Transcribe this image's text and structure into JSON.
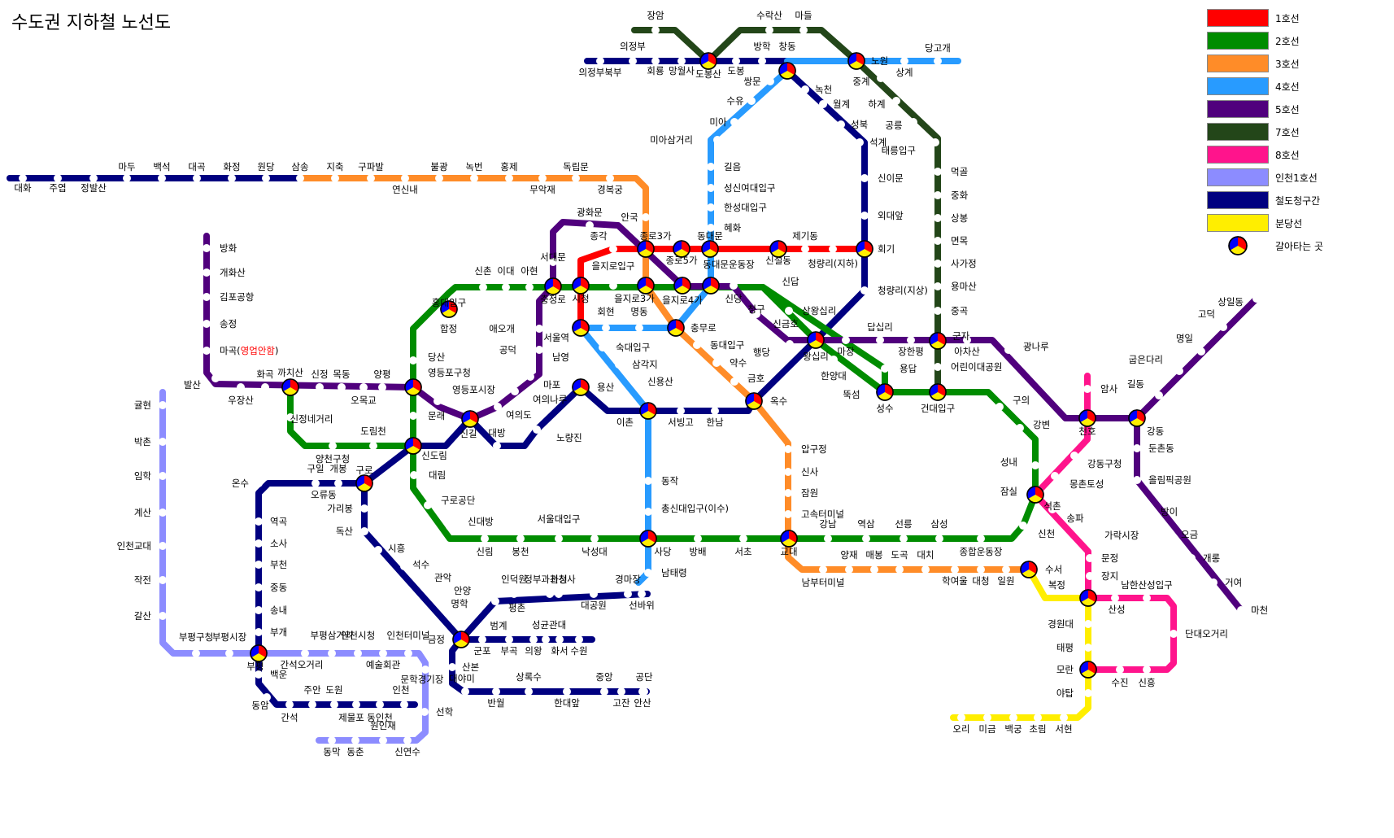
{
  "title": "수도권 지하철 노선도",
  "legend": [
    {
      "label": "1호선",
      "color": "#ff0000"
    },
    {
      "label": "2호선",
      "color": "#008c00"
    },
    {
      "label": "3호선",
      "color": "#ff8c28"
    },
    {
      "label": "4호선",
      "color": "#289bff"
    },
    {
      "label": "5호선",
      "color": "#50007d"
    },
    {
      "label": "7호선",
      "color": "#234619"
    },
    {
      "label": "8호선",
      "color": "#ff148c"
    },
    {
      "label": "인천1호선",
      "color": "#8c8cff"
    },
    {
      "label": "철도청구간",
      "color": "#000080"
    },
    {
      "label": "분당선",
      "color": "#ffee00"
    }
  ],
  "transfer_label": "갈아타는 곳",
  "closed_note": {
    "base": "마곡(",
    "red": "영업안함",
    "end": ")"
  },
  "stations": [
    "대화",
    "주엽",
    "정발산",
    "마두",
    "백석",
    "대곡",
    "화정",
    "원당",
    "삼송",
    "지축",
    "구파발",
    "연신내",
    "불광",
    "녹번",
    "홍제",
    "무악재",
    "독립문",
    "경복궁",
    "안국",
    "의정부북부",
    "의정부",
    "회룡",
    "망월사",
    "도봉산",
    "도봉",
    "방학",
    "창동",
    "쌍문",
    "수유",
    "미아",
    "미아삼거리",
    "길음",
    "성신여대입구",
    "한성대입구",
    "혜화",
    "장암",
    "수락산",
    "마들",
    "노원",
    "상계",
    "당고개",
    "중계",
    "하계",
    "공릉",
    "태릉입구",
    "먹골",
    "중화",
    "상봉",
    "면목",
    "사가정",
    "용마산",
    "중곡",
    "군자",
    "어린이대공원",
    "건대입구",
    "녹천",
    "월계",
    "성북",
    "석계",
    "신이문",
    "외대앞",
    "회기",
    "청량리(지하)",
    "청량리(지상)",
    "제기동",
    "신설동",
    "동대문",
    "종로5가",
    "종로3가",
    "종각",
    "시청",
    "을지로입구",
    "을지로3가",
    "을지로4가",
    "동대문운동장",
    "신당",
    "상왕십리",
    "왕십리",
    "한양대",
    "뚝섬",
    "성수",
    "용답",
    "신답",
    "강변",
    "구의",
    "잠실",
    "성내",
    "신천",
    "종합운동장",
    "삼성",
    "선릉",
    "역삼",
    "강남",
    "교대",
    "서초",
    "방배",
    "사당",
    "낙성대",
    "서울대입구",
    "봉천",
    "신림",
    "신대방",
    "구로공단",
    "대림",
    "신도림",
    "문래",
    "영등포구청",
    "당산",
    "합정",
    "홍대입구",
    "신촌",
    "이대",
    "아현",
    "충정로",
    "서대문",
    "광화문",
    "애오개",
    "공덕",
    "마포",
    "여의나루",
    "여의도",
    "신길",
    "영등포시장",
    "양평",
    "오목교",
    "목동",
    "신정",
    "까치산",
    "화곡",
    "우장산",
    "발산",
    "방화",
    "개화산",
    "김포공항",
    "송정",
    "마곡",
    "신정네거리",
    "양천구청",
    "도림천",
    "청구",
    "신금호",
    "행당",
    "마장",
    "답십리",
    "장한평",
    "아차산",
    "광나루",
    "천호",
    "강동",
    "길동",
    "굽은다리",
    "명일",
    "고덕",
    "상일동",
    "둔촌동",
    "올림픽공원",
    "방이",
    "오금",
    "개롱",
    "거여",
    "마천",
    "회현",
    "명동",
    "충무로",
    "동대입구",
    "약수",
    "금호",
    "옥수",
    "압구정",
    "신사",
    "잠원",
    "고속터미널",
    "남부터미널",
    "양재",
    "매봉",
    "도곡",
    "대치",
    "학여울",
    "대청",
    "일원",
    "수서",
    "서울역",
    "남영",
    "용산",
    "숙대입구",
    "삼각지",
    "신용산",
    "이촌",
    "서빙고",
    "한남",
    "노량진",
    "대방",
    "동작",
    "총신대입구(이수)",
    "남태령",
    "암사",
    "강동구청",
    "몽촌토성",
    "석촌",
    "송파",
    "가락시장",
    "문정",
    "장지",
    "복정",
    "산성",
    "남한산성입구",
    "단대오거리",
    "신흥",
    "수진",
    "모란",
    "경원대",
    "태평",
    "야탑",
    "서현",
    "초림",
    "백궁",
    "미금",
    "오리",
    "구로",
    "개봉",
    "구일",
    "오류동",
    "온수",
    "역곡",
    "소사",
    "부천",
    "중동",
    "송내",
    "부개",
    "부평",
    "백운",
    "동암",
    "간석",
    "주안",
    "도원",
    "제물포",
    "동인천",
    "인천",
    "가리봉",
    "독산",
    "시흥",
    "석수",
    "관악",
    "안양",
    "명학",
    "금정",
    "군포",
    "부곡",
    "의왕",
    "성균관대",
    "화서",
    "수원",
    "범계",
    "평촌",
    "인덕원",
    "정부과천청사",
    "과천",
    "대공원",
    "경마장",
    "선바위",
    "산본",
    "대야미",
    "반월",
    "상록수",
    "한대앞",
    "중앙",
    "고잔",
    "공단",
    "안산",
    "귤현",
    "박촌",
    "임학",
    "계산",
    "인천교대",
    "작전",
    "갈산",
    "부평구청",
    "부평시장",
    "부평삼거리",
    "간석오거리",
    "인천시청",
    "예술회관",
    "인천터미널",
    "문학경기장",
    "선학",
    "신연수",
    "원인재",
    "동춘",
    "동막"
  ]
}
